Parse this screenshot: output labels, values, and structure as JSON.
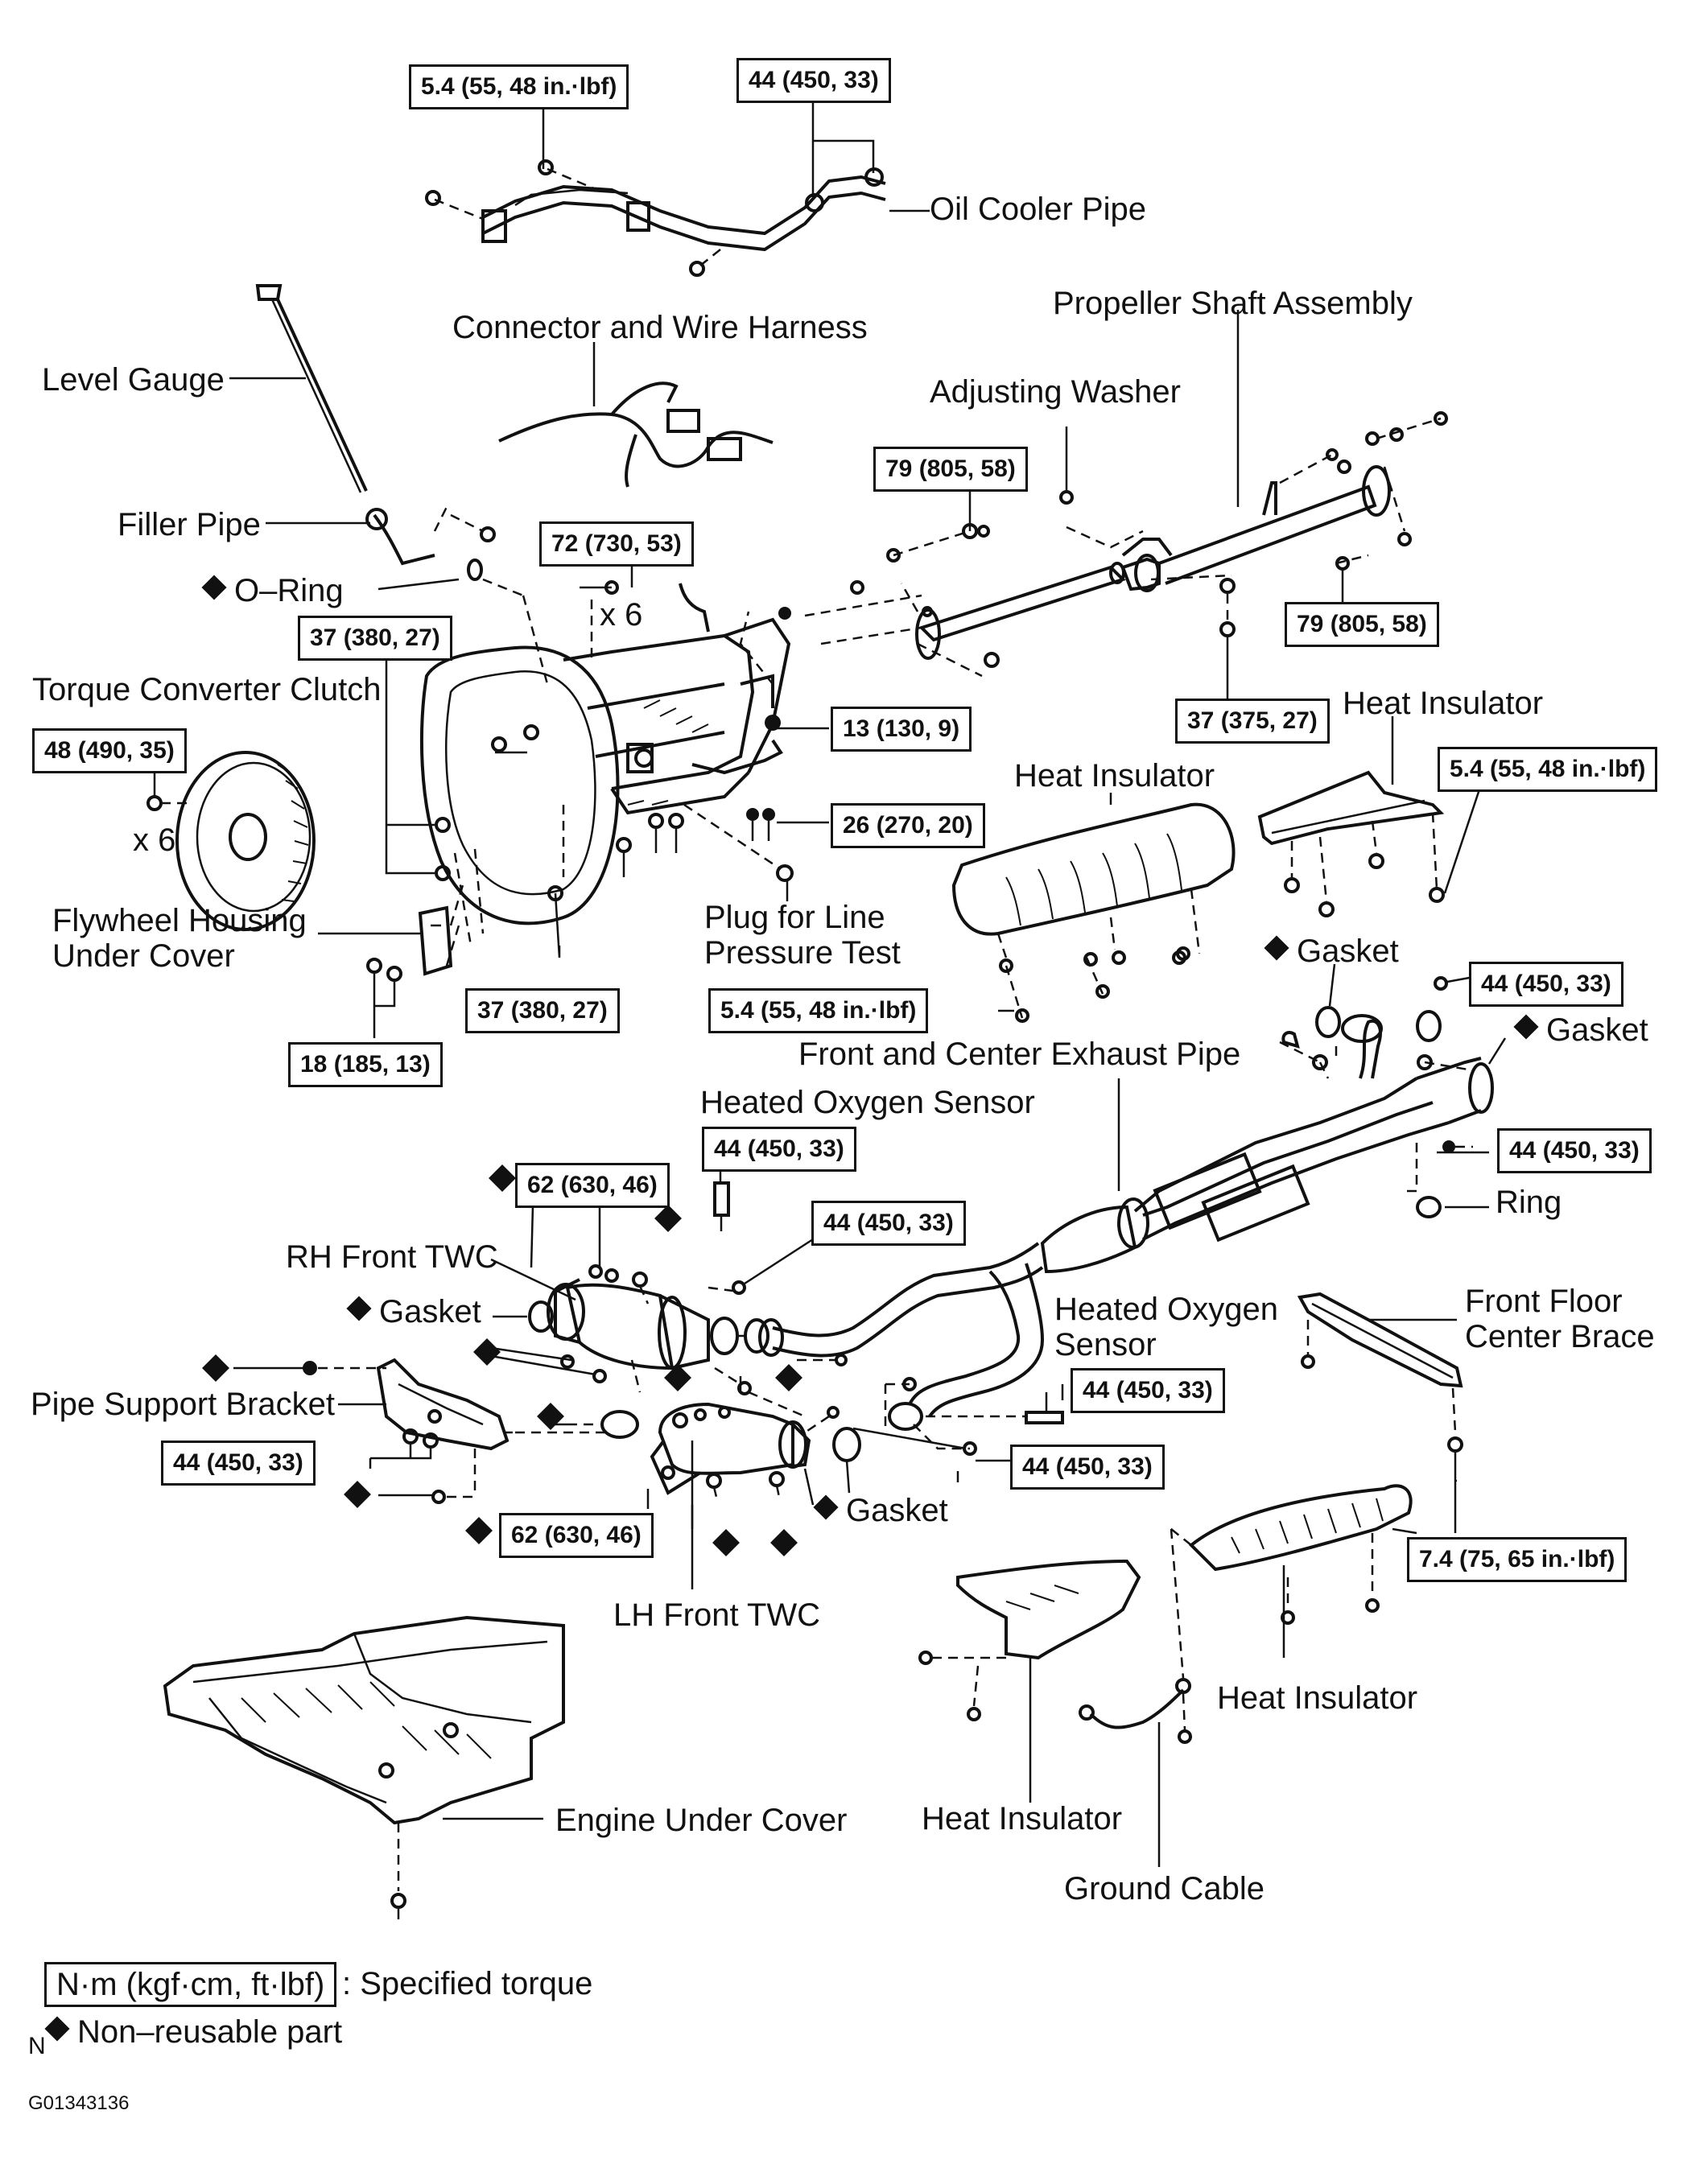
{
  "labels": {
    "oil_cooler_pipe": "Oil Cooler Pipe",
    "connector_wire_harness": "Connector and Wire Harness",
    "propeller_shaft_assembly": "Propeller Shaft Assembly",
    "level_gauge": "Level Gauge",
    "adjusting_washer": "Adjusting Washer",
    "filler_pipe": "Filler Pipe",
    "o_ring": "O–Ring",
    "x6_a": "x 6",
    "x6_b": "x 6",
    "torque_converter_clutch": "Torque Converter Clutch",
    "heat_insulator_1": "Heat Insulator",
    "heat_insulator_2": "Heat Insulator",
    "heat_insulator_3": "Heat Insulator",
    "heat_insulator_4": "Heat Insulator",
    "flywheel_housing_under_cover": "Flywheel Housing Under Cover",
    "plug_line_pressure_test": "Plug for Line Pressure Test",
    "gasket_1": "Gasket",
    "gasket_2": "Gasket",
    "gasket_3": "Gasket",
    "gasket_4": "Gasket",
    "front_center_exhaust_pipe": "Front and Center Exhaust Pipe",
    "heated_oxygen_sensor_1": "Heated Oxygen Sensor",
    "heated_oxygen_sensor_2": "Heated Oxygen Sensor",
    "ring": "Ring",
    "rh_front_twc": "RH Front TWC",
    "front_floor_center_brace": "Front Floor Center Brace",
    "pipe_support_bracket": "Pipe Support Bracket",
    "lh_front_twc": "LH Front TWC",
    "engine_under_cover": "Engine Under Cover",
    "ground_cable": "Ground Cable"
  },
  "torques": {
    "t_oil_left": "5.4 (55, 48 in.·lbf)",
    "t_oil_right": "44 (450, 33)",
    "t_prop_79a": "79 (805, 58)",
    "t_prop_79b": "79 (805, 58)",
    "t_72": "72 (730, 53)",
    "t_37a": "37 (380, 27)",
    "t_37b": "37 (380, 27)",
    "t_37c": "37 (375, 27)",
    "t_48": "48 (490, 35)",
    "t_13": "13 (130, 9)",
    "t_26": "26 (270, 20)",
    "t_54_heat": "5.4 (55, 48 in.·lbf)",
    "t_54_right": "5.4 (55, 48 in.·lbf)",
    "t_18": "18 (185, 13)",
    "t_44_gasket": "44 (450, 33)",
    "t_44_ring": "44 (450, 33)",
    "t_44_hos": "44 (450, 33)",
    "t_62a": "62 (630, 46)",
    "t_44_rh": "44 (450, 33)",
    "t_44_hos2": "44 (450, 33)",
    "t_44_psb": "44 (450, 33)",
    "t_44_lh": "44 (450, 33)",
    "t_62b": "62 (630, 46)",
    "t_74": "7.4 (75, 65 in.·lbf)"
  },
  "legend": {
    "unit_box": "N·m (kgf·cm, ft·lbf)",
    "unit_desc": ": Specified torque",
    "nonreusable": "Non–reusable part",
    "n_marker": "N"
  },
  "figure_code": "G01343136"
}
